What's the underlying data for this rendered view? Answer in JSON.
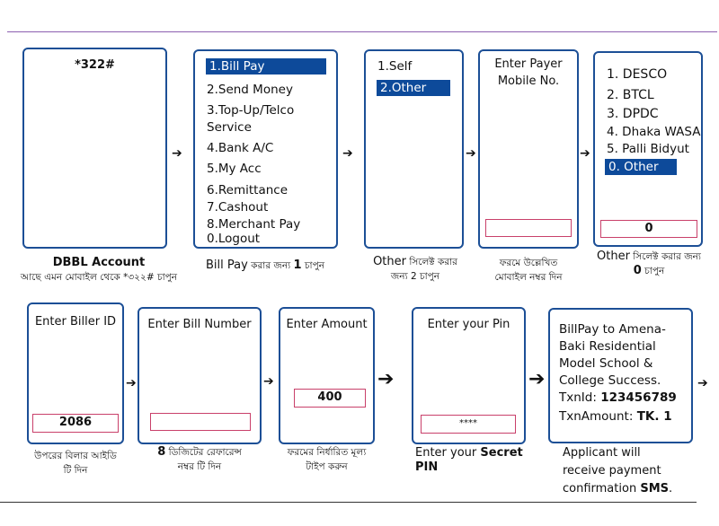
{
  "step1": {
    "code": "*322#",
    "caption_bold": "DBBL Account",
    "caption_sub": "আছে এমন মোবাইল থেকে *৩২২# চাপুন"
  },
  "step2": {
    "items": [
      "1.Bill Pay",
      "2.Send Money",
      "3.Top-Up/Telco",
      "Service",
      "4.Bank A/C",
      "5.My Acc",
      "6.Remittance",
      "7.Cashout",
      "8.Merchant Pay",
      "0.Logout"
    ],
    "caption_en": "Bill Pay",
    "caption_bn": "করার জন্য",
    "caption_num": "1",
    "caption_end": "চাপুন"
  },
  "step3": {
    "items": [
      "1.Self",
      "2.Other"
    ],
    "caption_en": "Other",
    "caption_bn": "সিলেক্ট করার",
    "caption_line2": "জন্য 2 চাপুন"
  },
  "step4": {
    "title": "Enter Payer Mobile No.",
    "caption_line1": "ফরমে উল্লেখিত",
    "caption_line2": "মোবাইল নম্বর দিন"
  },
  "step5": {
    "items": [
      "1. DESCO",
      "2. BTCL",
      "3. DPDC",
      "4. Dhaka WASA",
      "5. Palli Bidyut",
      "0. Other"
    ],
    "field_value": "0",
    "caption_en": "Other",
    "caption_bn": "সিলেক্ট করার জন্য",
    "caption_num": "0",
    "caption_end": "চাপুন"
  },
  "step6": {
    "title": "Enter Biller ID",
    "field_value": "2086",
    "caption_line1": "উপরের বিলার আইডি",
    "caption_line2": "টি দিন"
  },
  "step7": {
    "title": "Enter Bill Number",
    "caption_num": "8",
    "caption_line1": "ডিজিটের রেফারেন্স",
    "caption_line2": "নম্বর টি দিন"
  },
  "step8": {
    "title": "Enter Amount",
    "field_value": "400",
    "caption_line1": "ফরমের নির্ধারিত মূল্য",
    "caption_line2": "টাইপ করুন"
  },
  "step9": {
    "title": "Enter your Pin",
    "field_value": "****",
    "caption_pre": "Enter your",
    "caption_bold1": "Secret",
    "caption_bold2": "PIN"
  },
  "step10": {
    "lines": [
      "BillPay to Amena-",
      "Baki Residential",
      "Model School &",
      "College Success."
    ],
    "txn_label": "TxnId:",
    "txn_value": "123456789",
    "amt_label": "TxnAmount:",
    "amt_value": "TK. 1",
    "caption_line1": "Applicant will",
    "caption_line2": "receive payment",
    "caption_line3_pre": "confirmation",
    "caption_line3_bold": "SMS",
    "caption_line3_end": "."
  },
  "arrow_glyph": "➔",
  "colors": {
    "frame": "#1c4f96",
    "highlight": "#0d4a9a",
    "field_border": "#c9406a",
    "divider": "#8c5fb0"
  }
}
